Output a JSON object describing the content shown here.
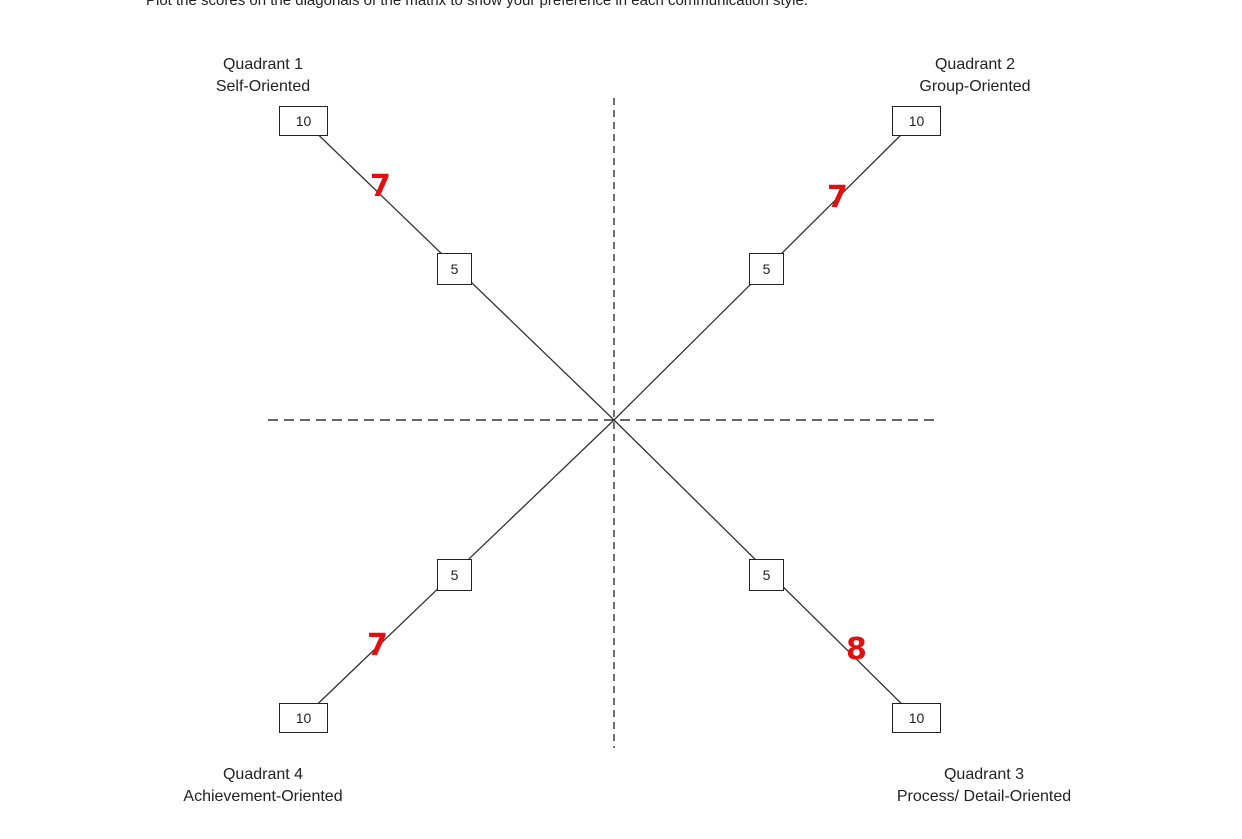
{
  "instruction": "Plot the scores on the diagonals of the matrix to show your preference in each communication style.",
  "quadrants": {
    "q1": {
      "number": "Quadrant 1",
      "style": "Self-Oriented"
    },
    "q2": {
      "number": "Quadrant 2",
      "style": "Group-Oriented"
    },
    "q3": {
      "number": "Quadrant 3",
      "style": "Process/ Detail-Oriented"
    },
    "q4": {
      "number": "Quadrant 4",
      "style": "Achievement-Oriented"
    }
  },
  "scale": {
    "outer": "10",
    "middle": "5"
  },
  "scores": {
    "q1": "7",
    "q2": "7",
    "q3": "8",
    "q4": "7"
  },
  "colors": {
    "score": "#e01010",
    "line": "#333333"
  }
}
